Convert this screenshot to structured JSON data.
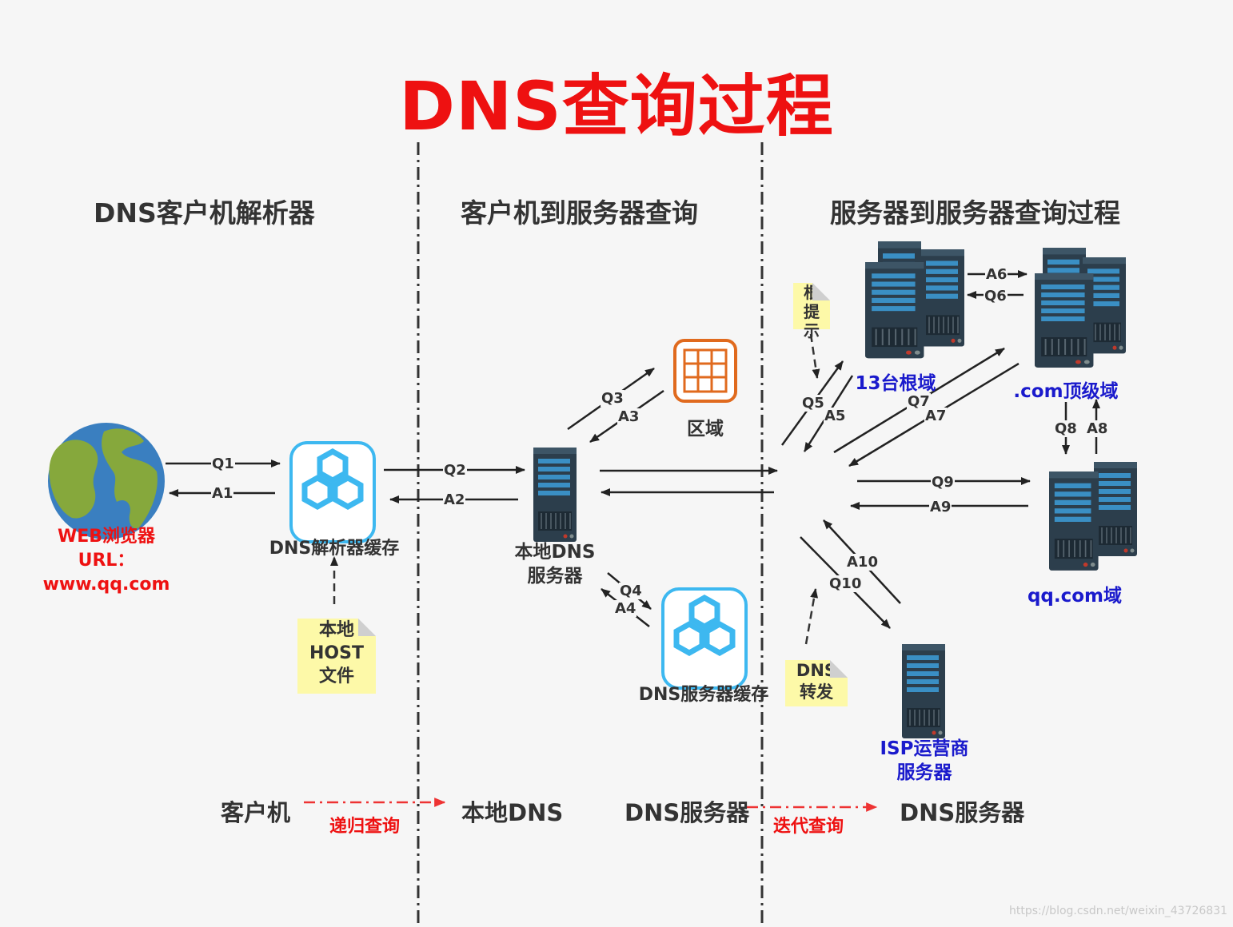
{
  "title": "DNS查询过程",
  "sections": {
    "client_resolver": "DNS客户机解析器",
    "client_to_server": "客户机到服务器查询",
    "server_to_server": "服务器到服务器查询过程"
  },
  "nodes": {
    "browser": {
      "line1": "WEB浏览器",
      "line2": "URL：",
      "line3": "www.qq.com"
    },
    "resolver_cache": "DNS解析器缓存",
    "hosts_file": {
      "line1": "本地",
      "line2": "HOST",
      "line3": "文件"
    },
    "local_dns": {
      "line1": "本地DNS",
      "line2": "服务器"
    },
    "zone": "区域",
    "dns_server_cache": "DNS服务器缓存",
    "root_hint": {
      "line1": "根",
      "line2": "提",
      "line3": "示"
    },
    "root_servers": "13台根域",
    "com_tld": ".com顶级域",
    "qq_domain": "qq.com域",
    "dns_forward": {
      "line1": "DNS",
      "line2": "转发"
    },
    "isp_server": {
      "line1": "ISP运营商",
      "line2": "服务器"
    }
  },
  "edges": {
    "q1": "Q1",
    "a1": "A1",
    "q2": "Q2",
    "a2": "A2",
    "q3": "Q3",
    "a3": "A3",
    "q4": "Q4",
    "a4": "A4",
    "q5": "Q5",
    "a5": "A5",
    "q6": "Q6",
    "a6": "A6",
    "q7": "Q7",
    "a7": "A7",
    "q8": "Q8",
    "a8": "A8",
    "q9": "Q9",
    "a9": "A9",
    "q10": "Q10",
    "a10": "A10"
  },
  "legend": {
    "client": "客户机",
    "recursive": "递归查询",
    "local_dns": "本地DNS",
    "dns_server_a": "DNS服务器",
    "iterative": "迭代查询",
    "dns_server_b": "DNS服务器"
  },
  "watermark": "https://blog.csdn.net/weixin_43726831",
  "colors": {
    "title_red": "#ee1111",
    "label_blue": "#1a1acc",
    "server_body": "#2c3e4c",
    "server_slot": "#3a8fc4",
    "cache_icon": "#3db8f0",
    "zone_icon": "#e06a1e",
    "globe_ocean": "#3a7fc0",
    "globe_land": "#86a83c",
    "note_yellow": "#fdf9a8"
  }
}
